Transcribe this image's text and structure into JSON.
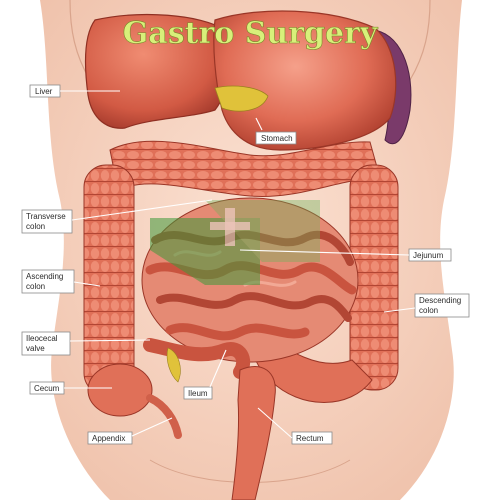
{
  "title": "Gastro Surgery",
  "labels": {
    "liver": "Liver",
    "stomach": "Stomach",
    "transverse_colon": [
      "Transverse",
      "colon"
    ],
    "jejunum": "Jejunum",
    "ascending_colon": [
      "Ascending",
      "colon"
    ],
    "descending_colon": [
      "Descending",
      "colon"
    ],
    "ileocecal_valve": [
      "Ileocecal",
      "valve"
    ],
    "cecum": "Cecum",
    "ileum": "Ileum",
    "appendix": "Appendix",
    "rectum": "Rectum"
  },
  "colors": {
    "skin": "#f6d2bf",
    "organ": "#e06c55",
    "organ_dark": "#b0402f",
    "spleen": "#7a3a6a",
    "fat": "#e0c23a",
    "watermark": "#3f9a3a"
  }
}
